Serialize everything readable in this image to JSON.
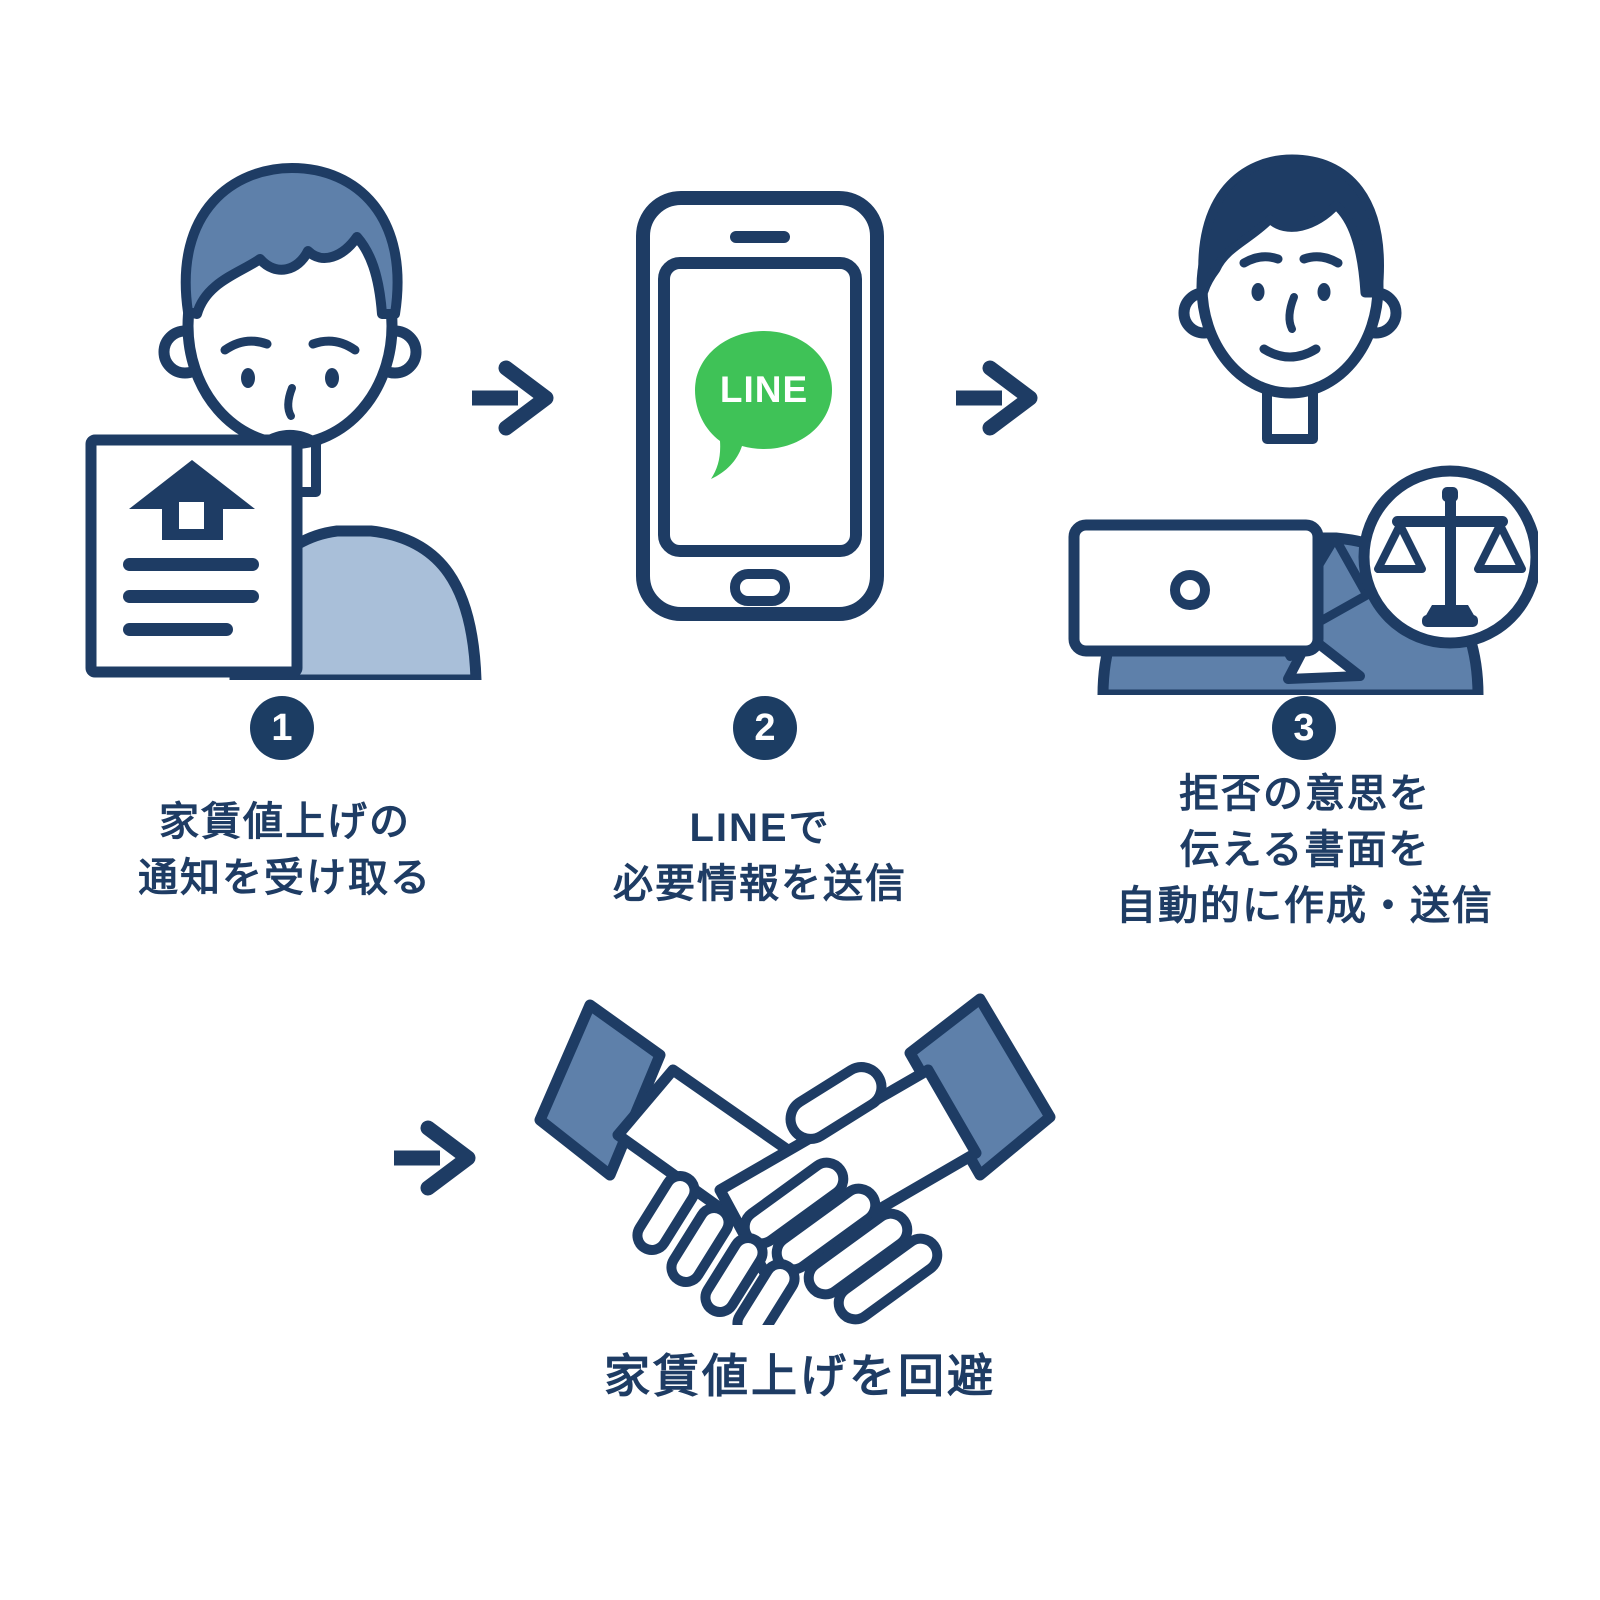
{
  "title": "rent-increase-refusal-flow",
  "colors": {
    "navy": "#1e3c64",
    "badge_navy": "#1c3d63",
    "mid_blue": "#5e80aa",
    "light_blue": "#a9bfd9",
    "tie_blue": "#7f9fc4",
    "line_green": "#3fc257",
    "background": "#ffffff"
  },
  "steps": [
    {
      "number": "1",
      "icon": "worried-tenant-with-rent-notice",
      "label_lines": [
        "家賃値上げの",
        "通知を受け取る"
      ]
    },
    {
      "number": "2",
      "icon": "smartphone-with-line-app",
      "line_logo_text": "LINE",
      "label_lines": [
        "LINEで",
        "必要情報を送信"
      ]
    },
    {
      "number": "3",
      "icon": "lawyer-with-laptop-and-scales",
      "label_lines": [
        "拒否の意思を",
        "伝える書面を",
        "自動的に作成・送信"
      ]
    }
  ],
  "result": {
    "icon": "handshake",
    "label": "家賃値上げを回避"
  }
}
